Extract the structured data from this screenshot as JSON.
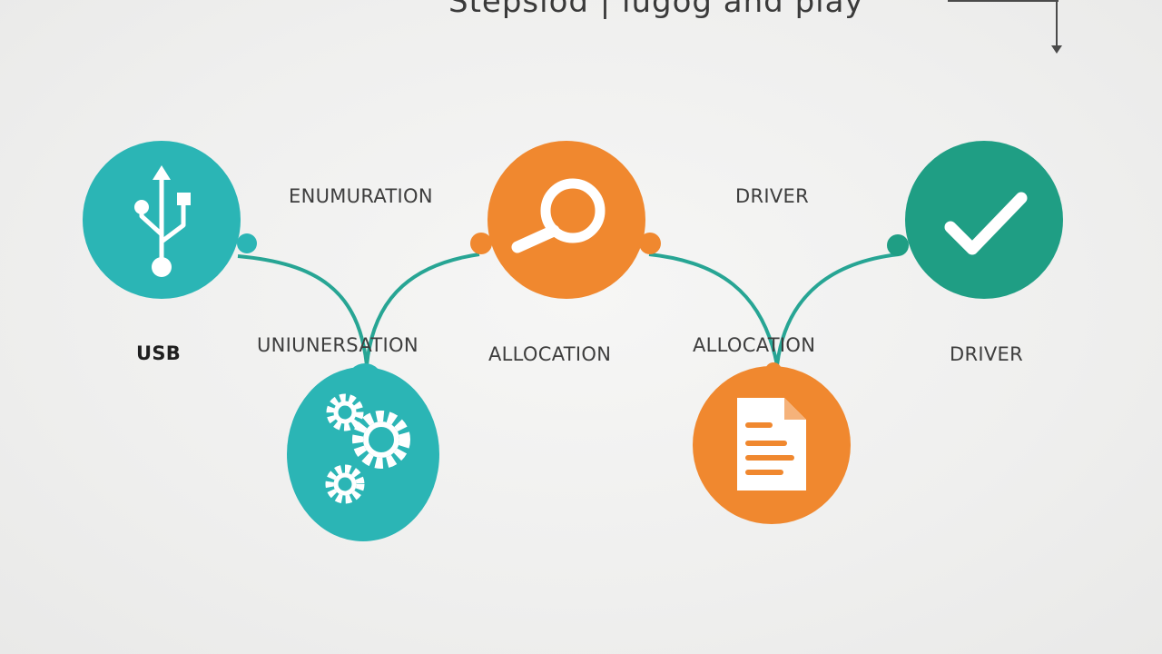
{
  "title": "Stepsiod | lugog and play",
  "colors": {
    "teal": "#2bb5b5",
    "orange": "#f0882f",
    "green": "#1f9e84",
    "connector": "#27a594",
    "icon": "#ffffff"
  },
  "nodes": [
    {
      "id": "usb",
      "icon": "usb-icon",
      "color": "teal"
    },
    {
      "id": "search",
      "icon": "magnifier-icon",
      "color": "orange"
    },
    {
      "id": "check",
      "icon": "checkmark-icon",
      "color": "green"
    },
    {
      "id": "gears",
      "icon": "gears-icon",
      "color": "teal"
    },
    {
      "id": "document",
      "icon": "document-icon",
      "color": "orange"
    }
  ],
  "labels": {
    "top_left": "ENUMURATION",
    "top_right": "DRIVER",
    "usb": "USB",
    "mid_left": "UNIUNERSATION",
    "mid_center": "ALLOCATION",
    "mid_right": "ALLOCATION",
    "driver": "DRIVER"
  }
}
